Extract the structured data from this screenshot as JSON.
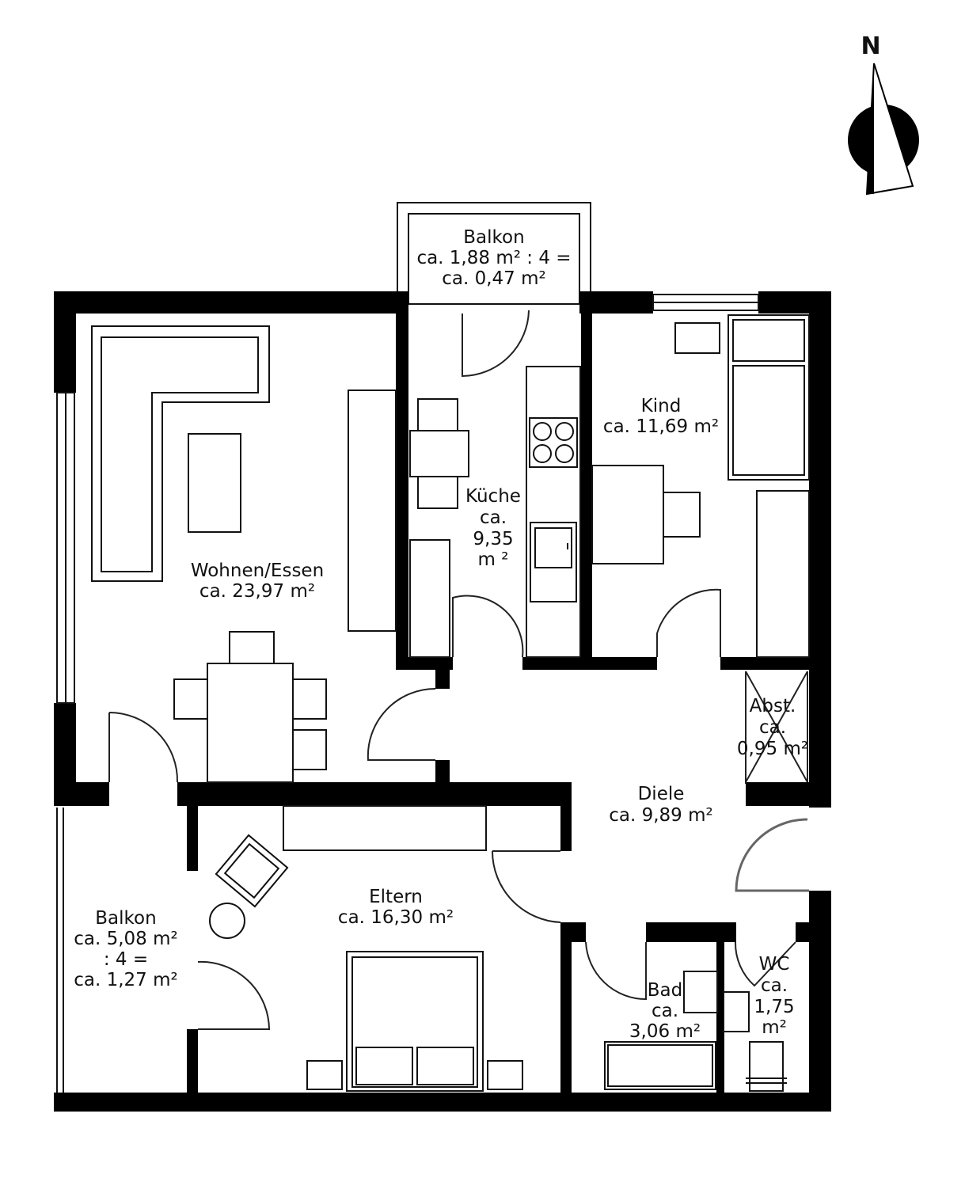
{
  "north_label": "N",
  "rooms": {
    "balkon_top": [
      "Balkon",
      "ca. 1,88 m² : 4 =",
      "ca. 0,47 m²"
    ],
    "wohnen": [
      "Wohnen/Essen",
      "ca. 23,97 m²"
    ],
    "kueche": [
      "Küche",
      "ca.",
      "9,35",
      "m ²"
    ],
    "kind": [
      "Kind",
      "ca. 11,69 m²"
    ],
    "abst": [
      "Abst.",
      "ca.",
      "0,95 m²"
    ],
    "diele": [
      "Diele",
      "ca. 9,89 m²"
    ],
    "eltern": [
      "Eltern",
      "ca. 16,30 m²"
    ],
    "balkon_left": [
      "Balkon",
      "ca. 5,08 m²",
      ": 4 =",
      "ca. 1,27 m²"
    ],
    "bad": [
      "Bad",
      "ca.",
      "3,06 m²"
    ],
    "wc": [
      "WC",
      "ca.",
      "1,75",
      "m²"
    ]
  }
}
